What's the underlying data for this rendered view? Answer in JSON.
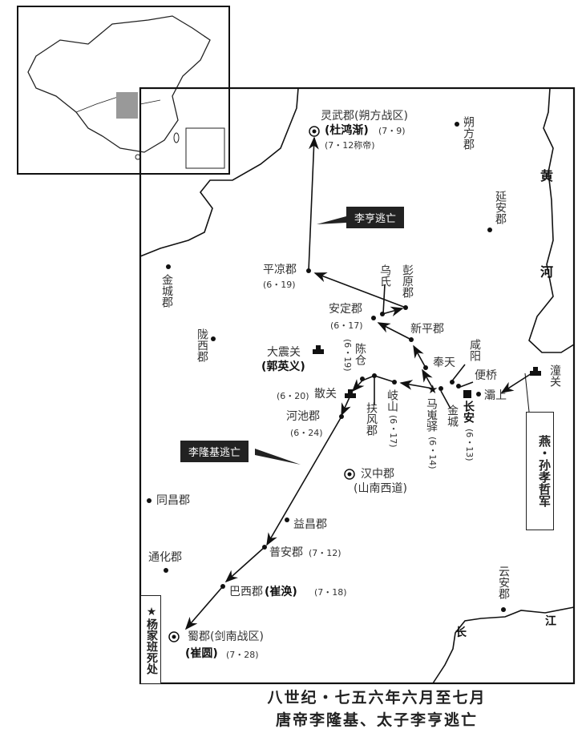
{
  "places": {
    "lingwu": "灵武郡(朔方战区)",
    "lingwu2": "(杜鸿渐)",
    "lingwu2d": "(7・9)",
    "lingwu3": "(7・12称帝)",
    "shuofang": "朔方郡",
    "huang": "黄",
    "he": "河",
    "yanan": "延安郡",
    "pingliang": "平凉郡",
    "pingliang_d": "(6・19)",
    "jincheng_jun": "金城郡",
    "wushi": "乌氏",
    "pengyuan": "彭原郡",
    "anding": "安定郡",
    "anding_d": "(6・17)",
    "xinping": "新平郡",
    "longxi": "陇西郡",
    "dazhen": "大震关",
    "guoyingyi": "(郭英义)",
    "chencang": "陈仓",
    "chencang_d": "(6・19)",
    "fengtian": "奉天",
    "xianyang": "咸阳",
    "bianqiao": "便桥",
    "tongguan": "潼关",
    "sanguan": "散关",
    "sanguan_d": "(6・20)",
    "fufeng": "扶风郡",
    "qishan": "岐山",
    "qishan_d": "(6・17)",
    "maweiyi": "马嵬驿",
    "maweiyi_d": "(6・14)",
    "jincheng": "金城",
    "changan": "长安",
    "changan_d": "(6・13)",
    "bashang": "灞上",
    "hechi": "河池郡",
    "hechi_d": "(6・24)",
    "hanzhong": "汉中郡",
    "hanzhong2": "(山南西道)",
    "tongchang": "同昌郡",
    "yichang": "益昌郡",
    "puan": "普安郡",
    "puan_d": "(7・12)",
    "tonghua": "通化郡",
    "baxi": "巴西郡",
    "cuihuan": "(崔涣)",
    "baxi_d": "(7・18)",
    "yunan": "云安郡",
    "chang": "长",
    "jiang": "江",
    "shu": "蜀郡(剑南战区)",
    "cuiyuan": "(崔圆)",
    "shu_d": "(7・28)"
  },
  "tags": {
    "liheng": "李亨逃亡",
    "lilongji": "李隆基逃亡",
    "rebel": "燕・孙孝哲军",
    "yangjia": "★杨家班死处"
  },
  "caption": {
    "line1": "八世纪・七五六年六月至七月",
    "line2": "唐帝李隆基、太子李亨逃亡"
  }
}
